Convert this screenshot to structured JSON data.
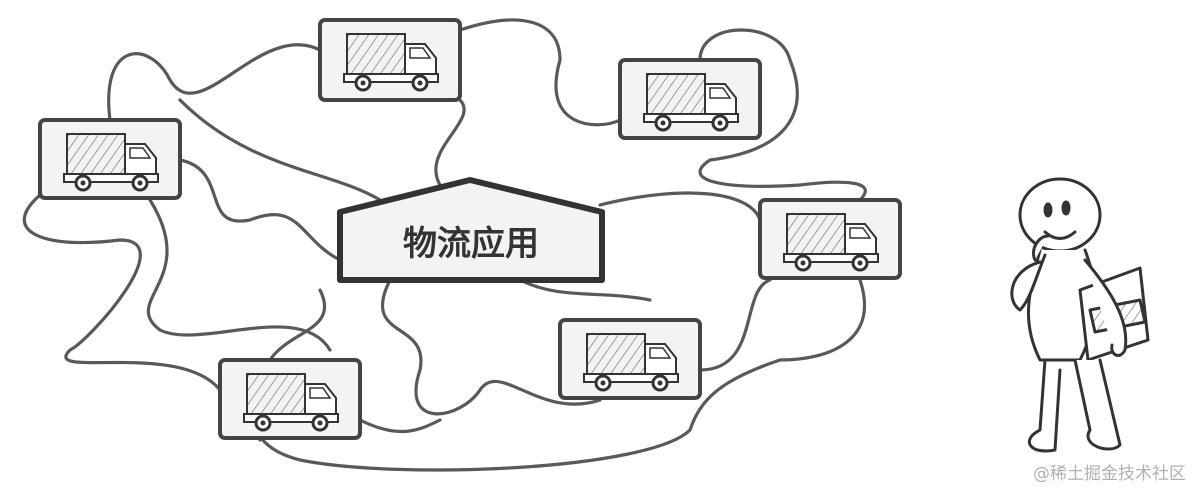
{
  "diagram": {
    "center_label": "物流应用",
    "truck_count": 6
  },
  "watermark": "@稀土掘金技术社区",
  "colors": {
    "line": "#58595b",
    "card_fill": "#f3f3f3",
    "border": "#444444"
  }
}
